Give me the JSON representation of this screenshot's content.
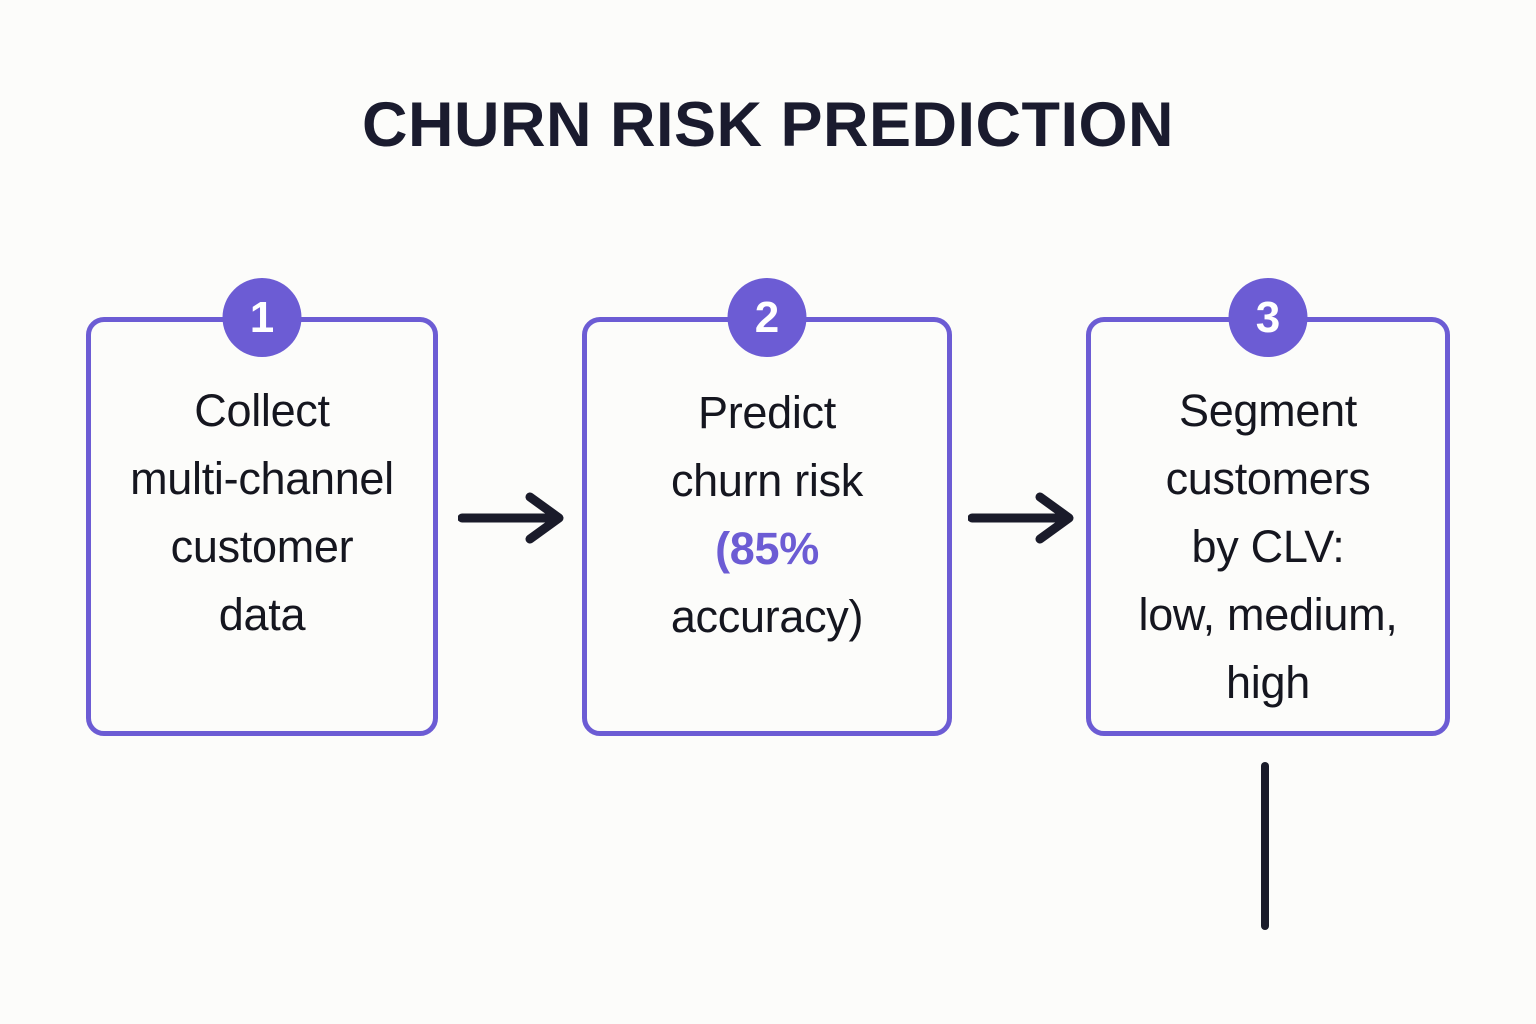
{
  "page": {
    "title": "CHURN RISK PREDICTION",
    "background_color": "#FCFCFA",
    "accent_color": "#6C5CD4",
    "text_color": "#15161F",
    "title_color": "#1A1B2E",
    "arrow_color": "#1A1B2A"
  },
  "steps": [
    {
      "number": "1",
      "text": "Collect\nmulti-channel\ncustomer\ndata",
      "accent_text": "",
      "accent_tail": ""
    },
    {
      "number": "2",
      "text": "Predict\nchurn risk\n",
      "accent_text": "(85%",
      "accent_tail": "\naccuracy)"
    },
    {
      "number": "3",
      "text": "Segment\ncustomers\nby CLV:\nlow, medium,\nhigh",
      "accent_text": "",
      "accent_tail": ""
    }
  ],
  "connectors": {
    "arrow_1": "arrow-right",
    "arrow_2": "arrow-right",
    "tail_line": "vertical-line-down"
  }
}
